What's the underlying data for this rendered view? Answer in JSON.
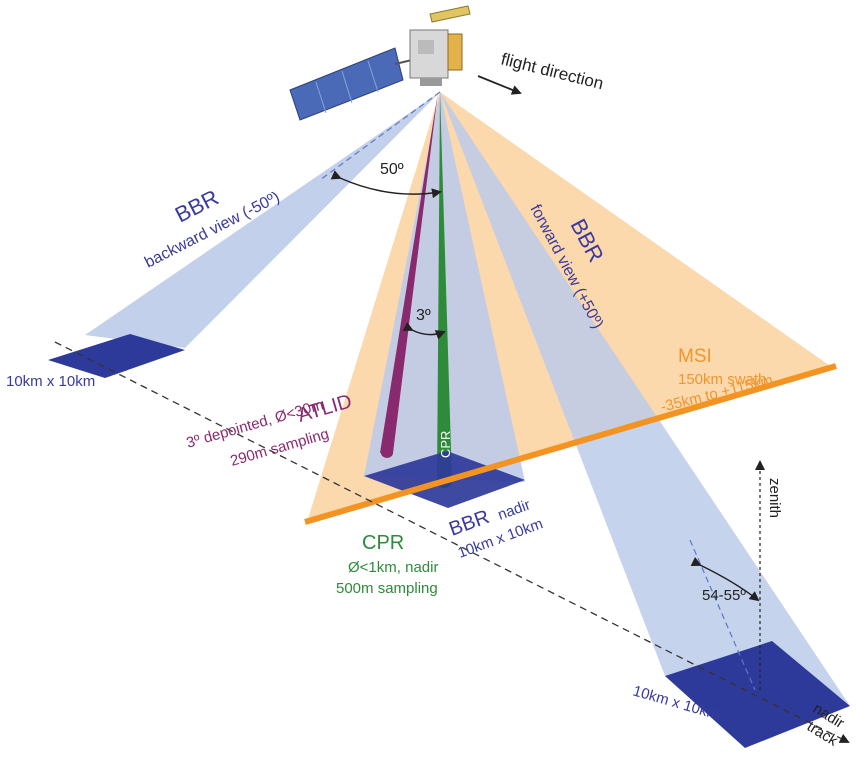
{
  "satellite": {
    "flight_direction": "flight direction"
  },
  "angles": {
    "bbr_separation": "50º",
    "atlid_depoint": "3º",
    "zenith_angle": "54-55º"
  },
  "bbr": {
    "label": "BBR",
    "backward_view": "backward view (-50º)",
    "forward_view": "forward view (+50º)",
    "nadir_word": "nadir",
    "footprint_backward": "10km x 10km",
    "footprint_nadir": "10km x 10km",
    "footprint_forward": "10km x 10km"
  },
  "msi": {
    "label": "MSI",
    "swath": "150km swath",
    "range": "-35km to +115km"
  },
  "atlid": {
    "label": "ATLID",
    "line1": "3º depointed, Ø<30m",
    "line2": "290m sampling"
  },
  "cpr": {
    "label": "CPR",
    "beam_label": "CPR",
    "line1": "Ø<1km, nadir",
    "line2": "500m sampling"
  },
  "axes": {
    "zenith": "zenith",
    "nadir": "nadir",
    "track": "track"
  },
  "colors": {
    "bbr_beam": "#bccbe9",
    "bbr_text": "#3a3a9e",
    "footprint": "#2e3a9a",
    "msi_beam": "#fcd4a4",
    "msi_line": "#f39422",
    "atlid": "#8a2a6e",
    "cpr": "#2e8b3a"
  }
}
